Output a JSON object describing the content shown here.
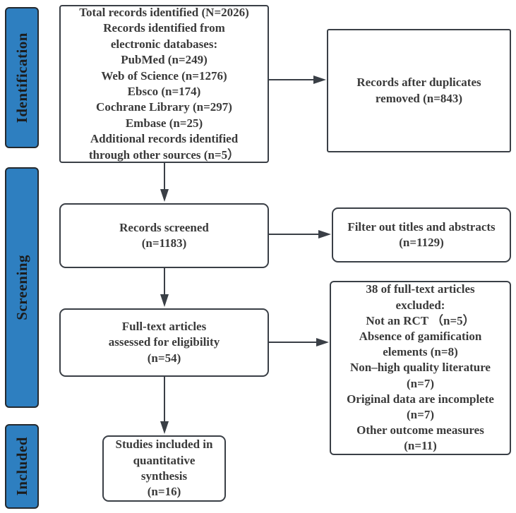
{
  "figure": {
    "type": "prisma-flow-diagram",
    "colors": {
      "stage_fill": "#2e7fc0",
      "box_border": "#3a3f46",
      "arrow": "#3a3f46",
      "text": "#3a3a3a",
      "background": "#ffffff"
    }
  },
  "stages": {
    "identification": "Identification",
    "screening": "Screening",
    "included": "Included"
  },
  "boxes": {
    "identified": {
      "lines": [
        "Total records identified (N=2026)",
        "Records identified from",
        "electronic databases:",
        "PubMed (n=249)",
        "Web of Science (n=1276)",
        "Ebsco (n=174)",
        "Cochrane Library (n=297)",
        "Embase (n=25)",
        "Additional records identified",
        "through other sources (n=5）"
      ]
    },
    "duplicates_removed": {
      "lines": [
        "Records after duplicates",
        "removed (n=843)"
      ]
    },
    "screened": {
      "lines": [
        "Records screened",
        "(n=1183)"
      ]
    },
    "filtered": {
      "lines": [
        "Filter out titles and abstracts",
        "(n=1129)"
      ]
    },
    "fulltext": {
      "lines": [
        "Full-text articles",
        "assessed for eligibility",
        "(n=54)"
      ]
    },
    "excluded": {
      "lines": [
        "38 of full-text articles",
        "excluded:",
        "Not an RCT （n=5）",
        "Absence of gamification",
        "elements (n=8)",
        "Non–high quality literature",
        "(n=7)",
        "Original data are incomplete",
        "(n=7)",
        "Other outcome measures",
        "(n=11)"
      ]
    },
    "included_synthesis": {
      "lines": [
        "Studies included in",
        "quantitative",
        "synthesis",
        "(n=16)"
      ]
    }
  }
}
